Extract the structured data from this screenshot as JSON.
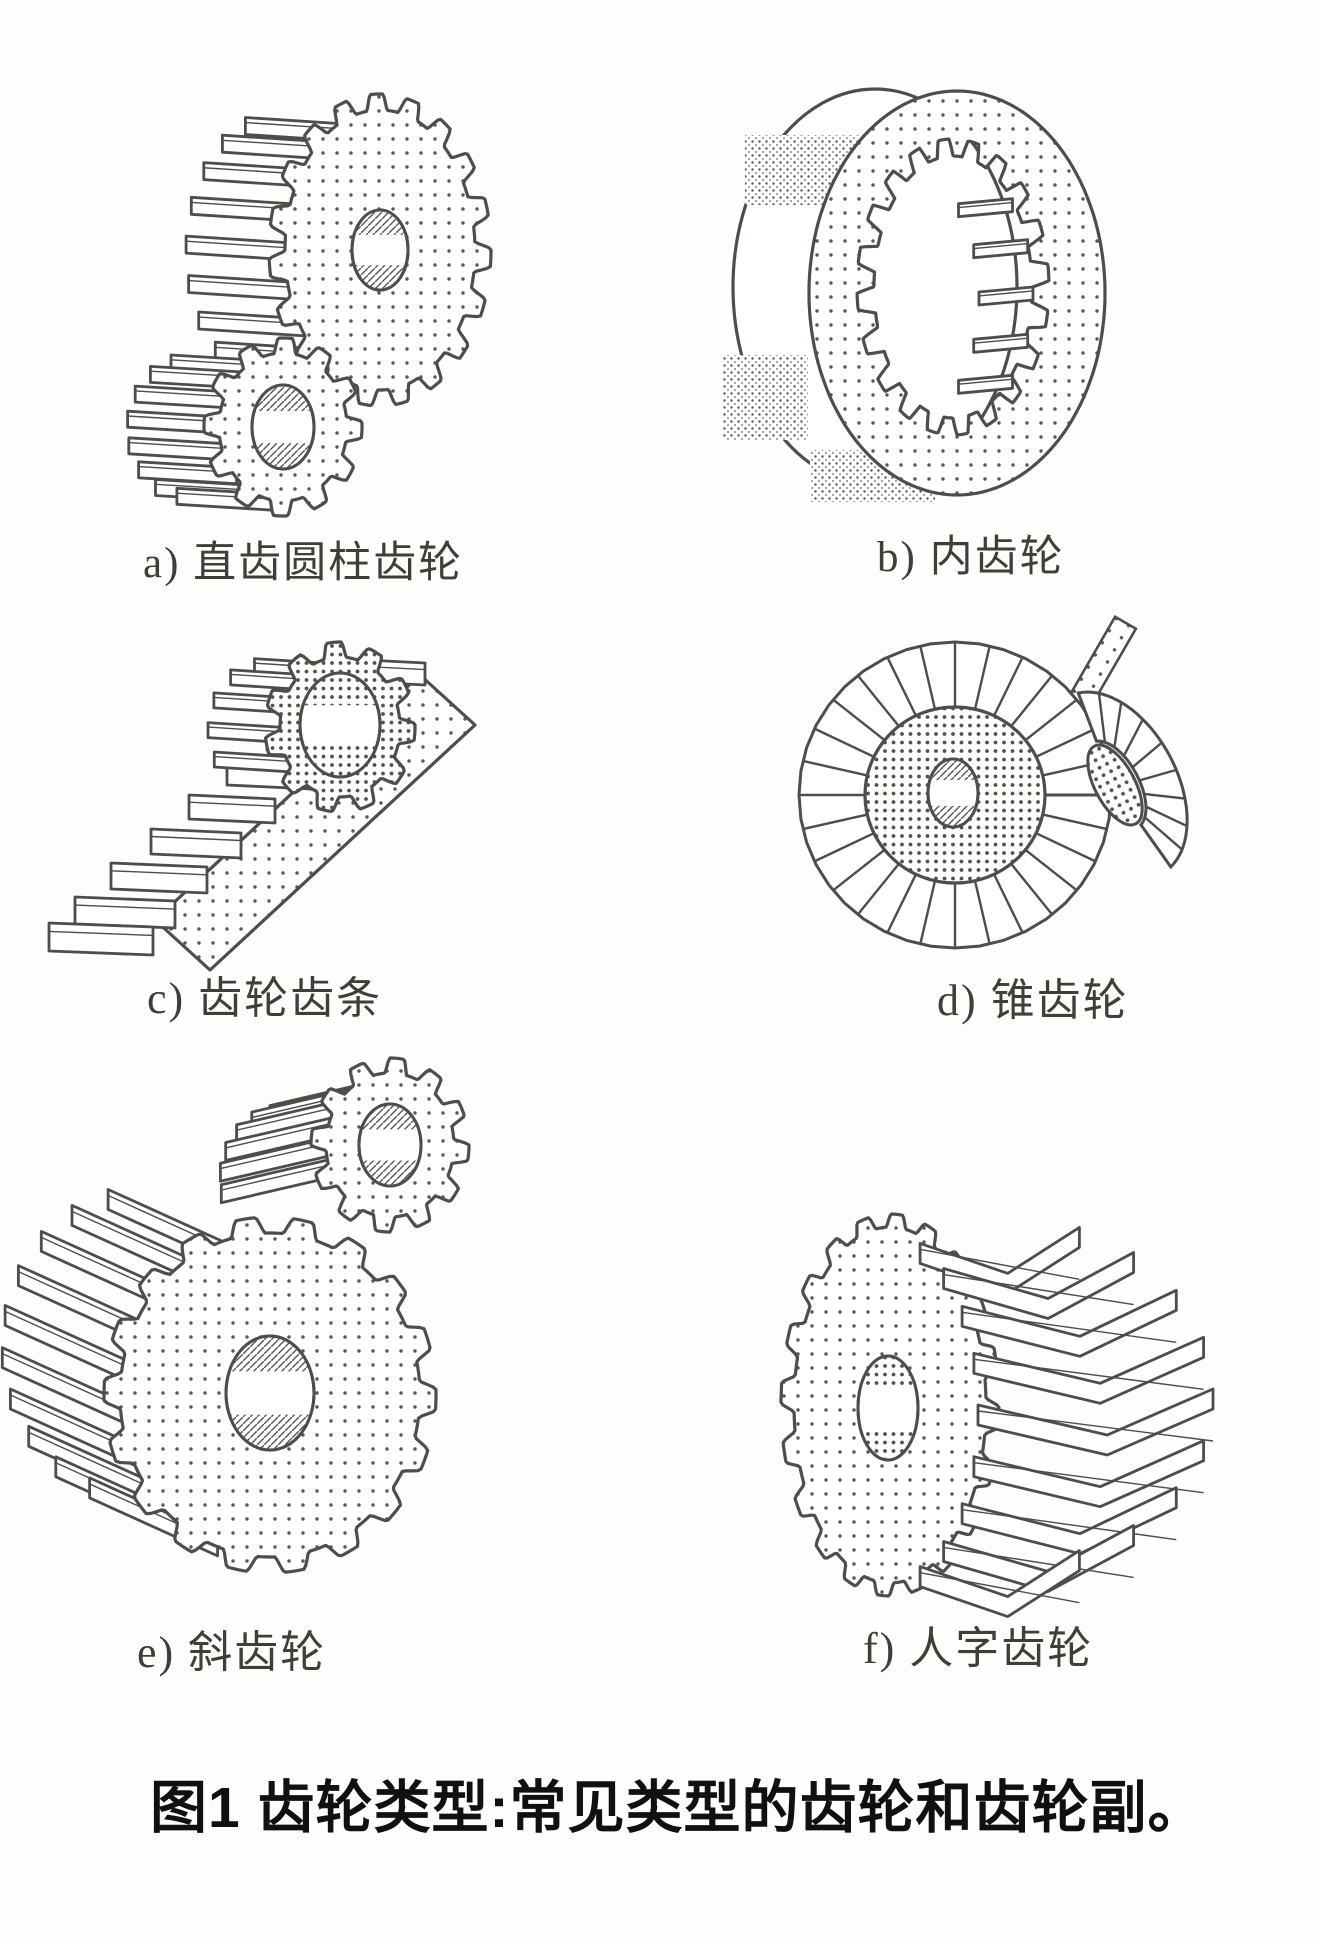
{
  "figure": {
    "caption": "图1 齿轮类型:常见类型的齿轮和齿轮副。",
    "panels": [
      {
        "id": "a",
        "label": "a) 直齿圆柱齿轮"
      },
      {
        "id": "b",
        "label": "b) 内齿轮"
      },
      {
        "id": "c",
        "label": "c) 齿轮齿条"
      },
      {
        "id": "d",
        "label": "d) 锥齿轮"
      },
      {
        "id": "e",
        "label": "e) 斜齿轮"
      },
      {
        "id": "f",
        "label": "f) 人字齿轮"
      }
    ],
    "colors": {
      "ink": "#4f4c49",
      "caption_text": "#101010",
      "paper": "#fdfdfc"
    }
  }
}
